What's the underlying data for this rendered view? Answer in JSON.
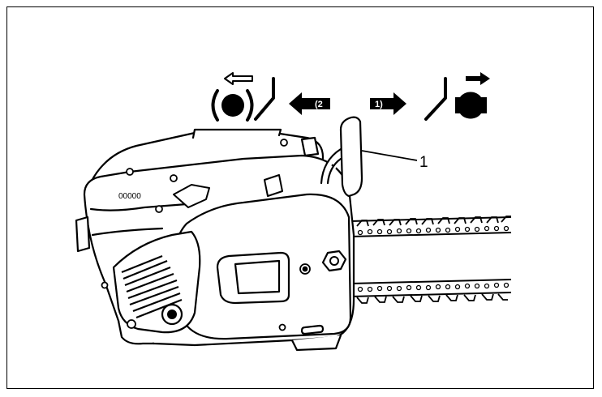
{
  "figure": {
    "step_release": "(2",
    "step_engage": "1)",
    "callout_number": "1",
    "vent_marks": "00000"
  },
  "colors": {
    "line": "#000000",
    "fill": "#ffffff"
  },
  "icons": {
    "brake_released": "brake-released-icon",
    "brake_engaged": "brake-engaged-icon",
    "arrow_left": "arrow-left-icon",
    "arrow_right": "arrow-right-icon"
  }
}
